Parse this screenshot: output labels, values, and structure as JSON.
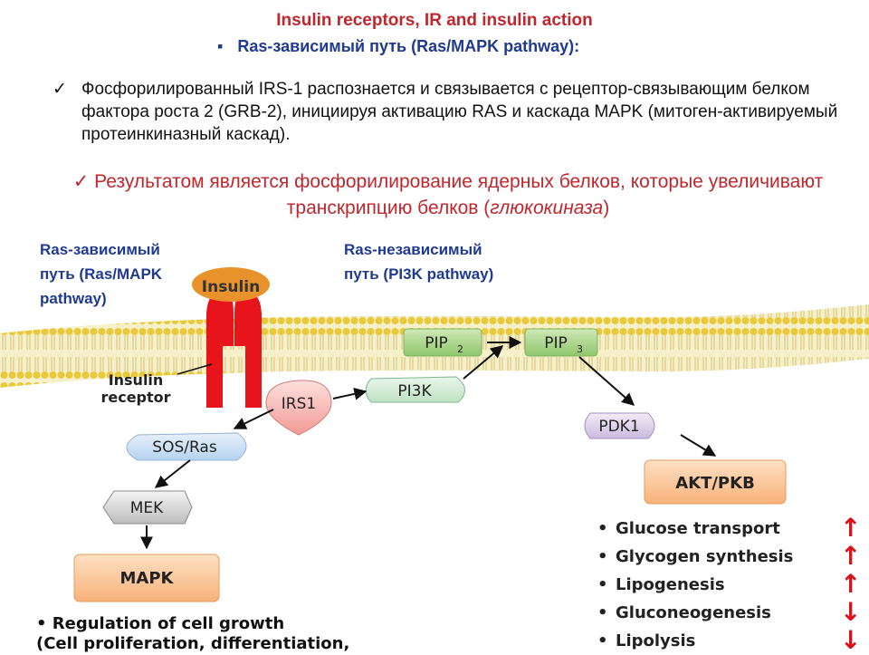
{
  "header": {
    "title": "Insulin receptors, IR and insulin action",
    "bullet": "▪",
    "subtitle": "Ras-зависимый путь (Ras/MAPK pathway):"
  },
  "text": {
    "check": "✓",
    "para1": "Фосфорилированный IRS-1 распознается и связывается с рецептор-связывающим белком фактора роста 2 (GRB-2), инициируя активацию RAS и каскада MAPK (митоген-активируемый протеинкиназный каскад).",
    "para2_main": "Результатом является фосфорилирование ядерных белков, которые увеличивают транскрипцию белков (",
    "para2_italic": "глюкокиназа",
    "para2_end": ")"
  },
  "diagram": {
    "left_label": [
      "Ras-зависимый",
      "путь (Ras/MAPK",
      "pathway)"
    ],
    "right_label": [
      "Ras-независимый",
      "путь (PI3K pathway)"
    ],
    "insulin": "Insulin",
    "receptor": [
      "Insulin",
      "receptor"
    ],
    "irs1": "IRS1",
    "pi3k": "PI3K",
    "pip2": "PIP",
    "pip2_sub": "2",
    "pip3": "PIP",
    "pip3_sub": "3",
    "pdk1": "PDK1",
    "akt": "AKT/PKB",
    "sos": "SOS/Ras",
    "mek": "MEK",
    "mapk": "MAPK",
    "growth": [
      "• Regulation of cell growth",
      "(Cell proliferation, differentiation,"
    ],
    "outcomes": [
      {
        "label": "Glucose transport",
        "dir": "up"
      },
      {
        "label": "Glycogen synthesis",
        "dir": "up"
      },
      {
        "label": "Lipogenesis",
        "dir": "up"
      },
      {
        "label": "Gluconeogenesis",
        "dir": "down"
      },
      {
        "label": "Lipolysis",
        "dir": "down"
      }
    ],
    "bullet": "•",
    "up_arrow": "↑",
    "down_arrow": "↓",
    "colors": {
      "receptor": "#e8141c",
      "membrane": "#f3e7a0",
      "arrow_up": "#d9121a"
    }
  }
}
